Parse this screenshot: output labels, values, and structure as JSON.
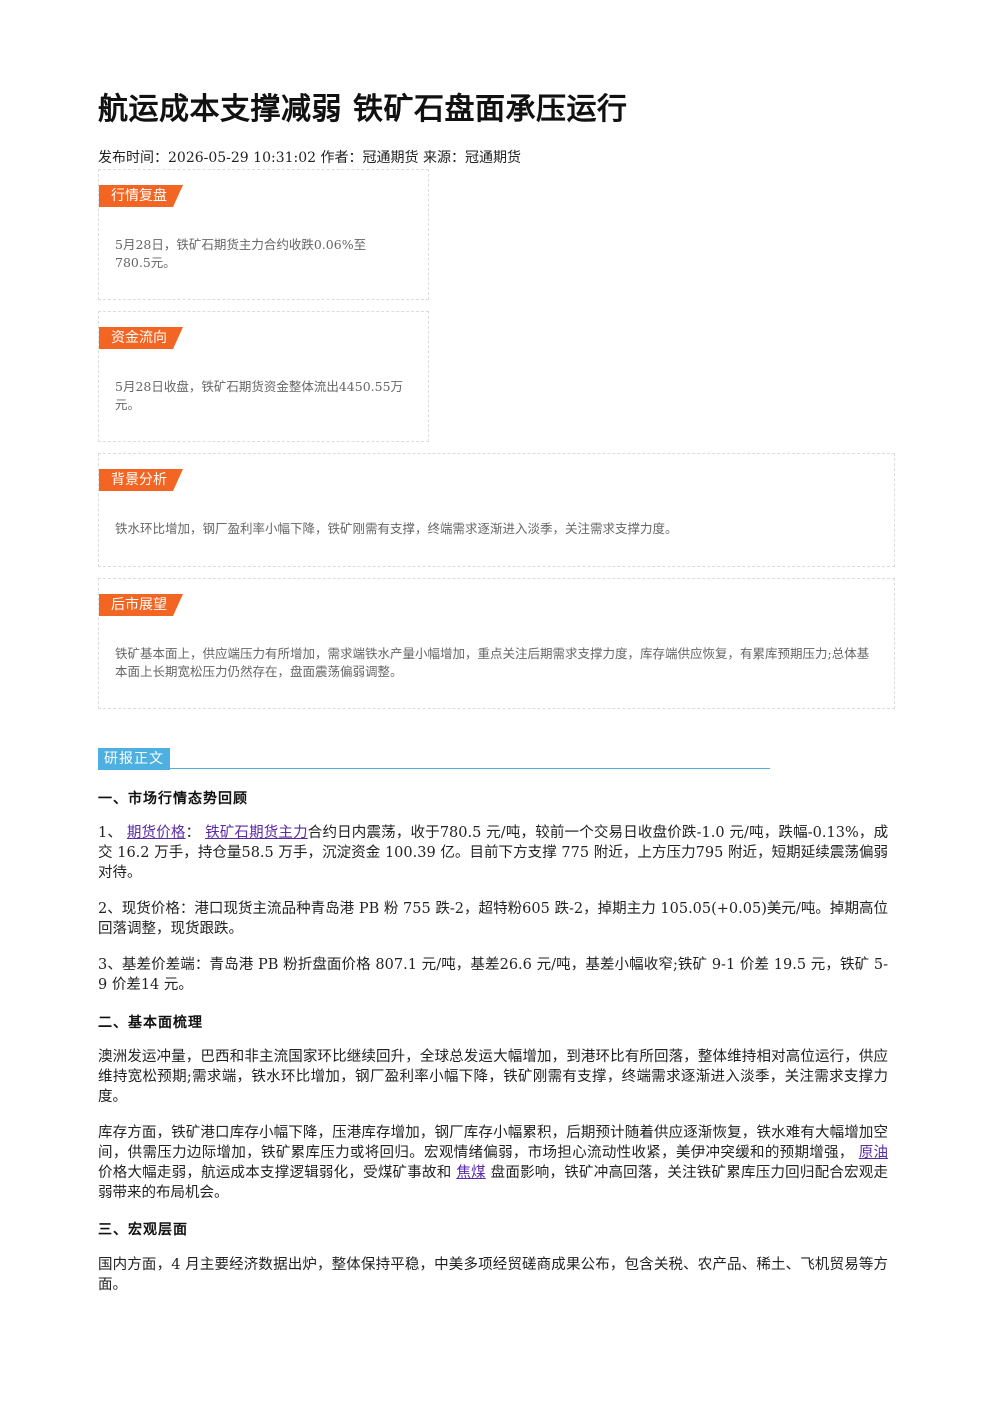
{
  "title": "航运成本支撑减弱 铁矿石盘面承压运行",
  "meta": "发布时间：2026-05-29 10:31:02 作者：冠通期货 来源：冠通期货",
  "cards": [
    {
      "tag": "行情复盘",
      "text": "5月28日，铁矿石期货主力合约收跌0.06%至780.5元。"
    },
    {
      "tag": "资金流向",
      "text": "5月28日收盘，铁矿石期货资金整体流出4450.55万元。"
    },
    {
      "tag": "背景分析",
      "text": "铁水环比增加，钢厂盈利率小幅下降，铁矿刚需有支撑，终端需求逐渐进入淡季，关注需求支撑力度。"
    },
    {
      "tag": "后市展望",
      "text": "铁矿基本面上，供应端压力有所增加，需求端铁水产量小幅增加，重点关注后期需求支撑力度，库存端供应恢复，有累库预期压力;总体基本面上长期宽松压力仍然存在，盘面震荡偏弱调整。"
    }
  ],
  "report_tag": "研报正文",
  "sections": {
    "s1": "一、市场行情态势回顾",
    "s2": "二、基本面梳理",
    "s3": "三、宏观层面"
  },
  "p1": {
    "prefix": "1、",
    "link1": "期货价格",
    "colon": "：",
    "link2": "铁矿石期货主力",
    "rest": "合约日内震荡，收于780.5 元/吨，较前一个交易日收盘价跌-1.0 元/吨，跌幅-0.13%，成交 16.2 万手，持仓量58.5 万手，沉淀资金 100.39 亿。目前下方支撑 775 附近，上方压力795 附近，短期延续震荡偏弱对待。"
  },
  "p2": "2、现货价格：港口现货主流品种青岛港 PB 粉 755 跌-2，超特粉605 跌-2，掉期主力 105.05(+0.05)美元/吨。掉期高位回落调整，现货跟跌。",
  "p3": "3、基差价差端：青岛港 PB 粉折盘面价格 807.1 元/吨，基差26.6 元/吨，基差小幅收窄;铁矿 9-1 价差 19.5 元，铁矿 5-9 价差14 元。",
  "p4": "澳洲发运冲量，巴西和非主流国家环比继续回升，全球总发运大幅增加，到港环比有所回落，整体维持相对高位运行，供应维持宽松预期;需求端，铁水环比增加，钢厂盈利率小幅下降，铁矿刚需有支撑，终端需求逐渐进入淡季，关注需求支撑力度。",
  "p5": {
    "a": "库存方面，铁矿港口库存小幅下降，压港库存增加，钢厂库存小幅累积，后期预计随着供应逐渐恢复，铁水难有大幅增加空间，供需压力边际增加，铁矿累库压力或将回归。宏观情绪偏弱，市场担心流动性收紧，美伊冲突缓和的预期增强，",
    "link1": "原油",
    "b": "价格大幅走弱，航运成本支撑逻辑弱化，受煤矿事故和",
    "link2": "焦煤",
    "c": "盘面影响，铁矿冲高回落，关注铁矿累库压力回归配合宏观走弱带来的布局机会。"
  },
  "p6": "国内方面，4 月主要经济数据出炉，整体保持平稳，中美多项经贸磋商成果公布，包含关税、农产品、稀土、飞机贸易等方面。",
  "colors": {
    "tag": "#f26522",
    "report": "#4db0e0",
    "link": "#5b2aa6"
  }
}
